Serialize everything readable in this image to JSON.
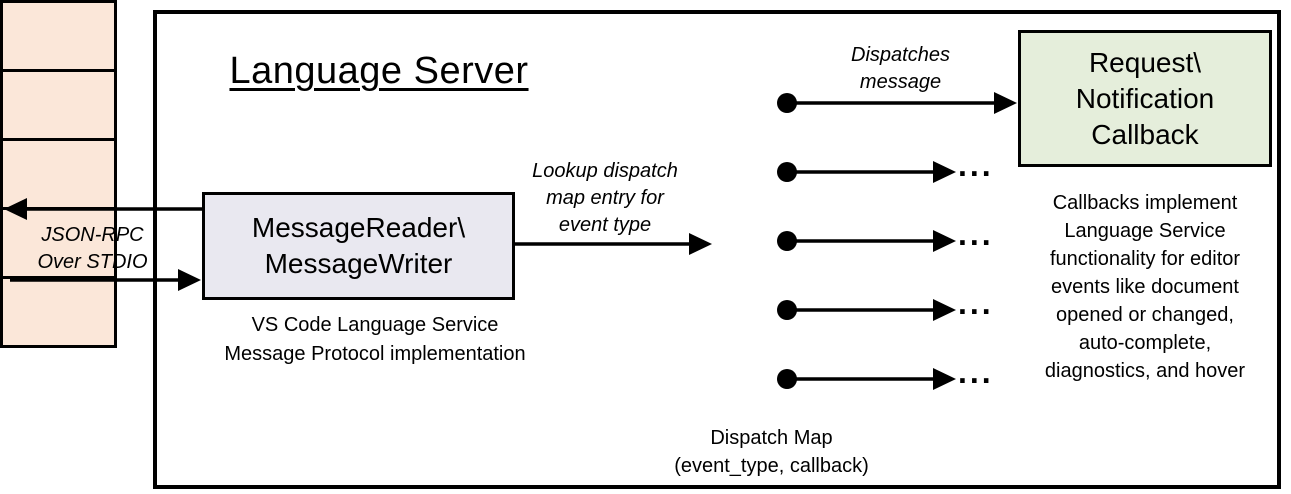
{
  "diagram": {
    "title": "Language Server",
    "io_label": {
      "lines": [
        "JSON-RPC",
        "Over STDIO"
      ]
    },
    "message_box": {
      "lines": [
        "MessageReader\\",
        "MessageWriter"
      ],
      "caption_lines": [
        "VS Code Language Service",
        "Message Protocol implementation"
      ]
    },
    "lookup_label": {
      "lines": [
        "Lookup dispatch",
        "map entry for",
        "event type"
      ]
    },
    "dispatch_map": {
      "cell_count": 5,
      "caption_lines": [
        "Dispatch Map",
        "(event_type, callback)"
      ]
    },
    "dispatches_label": {
      "lines": [
        "Dispatches",
        "message"
      ]
    },
    "callback_box": {
      "lines": [
        "Request\\",
        "Notification",
        "Callback"
      ]
    },
    "callbacks_note": {
      "lines": [
        "Callbacks implement",
        "Language Service",
        "functionality for editor",
        "events like document",
        "opened or changed,",
        "auto-complete,",
        "diagnostics, and hover"
      ]
    },
    "ellipsis": "...",
    "colors": {
      "message_box_fill": "#e9e8f0",
      "callback_box_fill": "#e5eedb",
      "dispatch_cell_fill": "#fbe7d9",
      "line_color": "#000000"
    }
  }
}
